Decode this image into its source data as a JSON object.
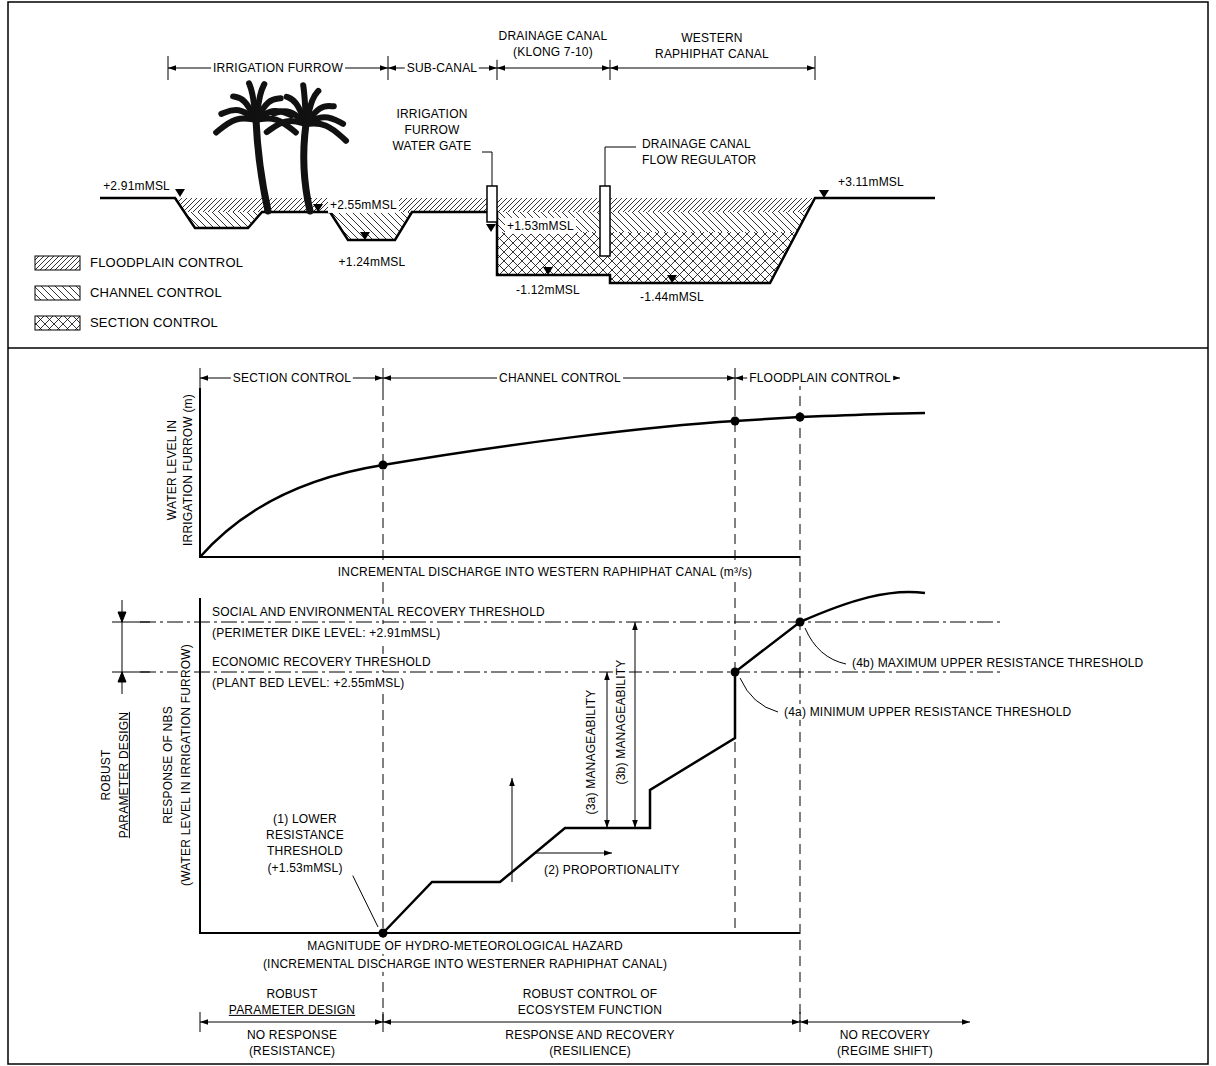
{
  "diagram": {
    "labels": [
      "IRRIGATION FURROW",
      "SUB-CANAL",
      "DRAINAGE CANAL (KLONG 7-10)",
      "WESTERN RAPHIPHAT CANAL",
      "IRRIGATION FURROW WATER GATE",
      "DRAINAGE CANAL FLOW REGULATOR",
      "+2.91mMSL",
      "+2.55mMSL",
      "+1.53mMSL",
      "+1.24mMSL",
      "-1.12mMSL",
      "-1.44mMSL",
      "+3.11mMSL",
      "SECTION CONTROL",
      "CHANNEL CONTROL",
      "FLOODPLAIN CONTROL",
      "WATER LEVEL IN IRRIGATION FURROW (m)",
      "INCREMENTAL DISCHARGE INTO WESTERN RAPHIPHAT CANAL (m³/s)",
      "SOCIAL AND ENVIRONMENTAL RECOVERY THRESHOLD",
      "(PERIMETER DIKE LEVEL: +2.91mMSL)",
      "ECONOMIC RECOVERY THRESHOLD",
      "(PLANT BED LEVEL: +2.55mMSL)",
      "ROBUST",
      "PARAMETER DESIGN",
      "RESPONSE OF NBS",
      "(WATER LEVEL IN IRRIGATION FURROW)",
      "(1) LOWER RESISTANCE THRESHOLD (+1.53mMSL)",
      "(2) PROPORTIONALITY",
      "(3a) MANAGEABILITY",
      "(3b) MANAGEABILITY",
      "(4a) MINIMUM UPPER RESISTANCE THRESHOLD",
      "(4b) MAXIMUM UPPER RESISTANCE THRESHOLD",
      "MAGNITUDE OF HYDRO-METEOROLOGICAL HAZARD",
      "(INCREMENTAL DISCHARGE INTO WESTERNER RAPHIPHAT CANAL)",
      "ROBUST",
      "PARAMETER DESIGN",
      "NO RESPONSE (RESISTANCE)",
      "ROBUST CONTROL OF ECOSYSTEM FUNCTION",
      "RESPONSE AND RECOVERY (RESILIENCE)",
      "NO RECOVERY (REGIME SHIFT)"
    ],
    "legend": [
      {
        "text": "FLOODPLAIN CONTROL"
      },
      {
        "text": "CHANNEL CONTROL"
      },
      {
        "text": "SECTION CONTROL"
      }
    ]
  }
}
